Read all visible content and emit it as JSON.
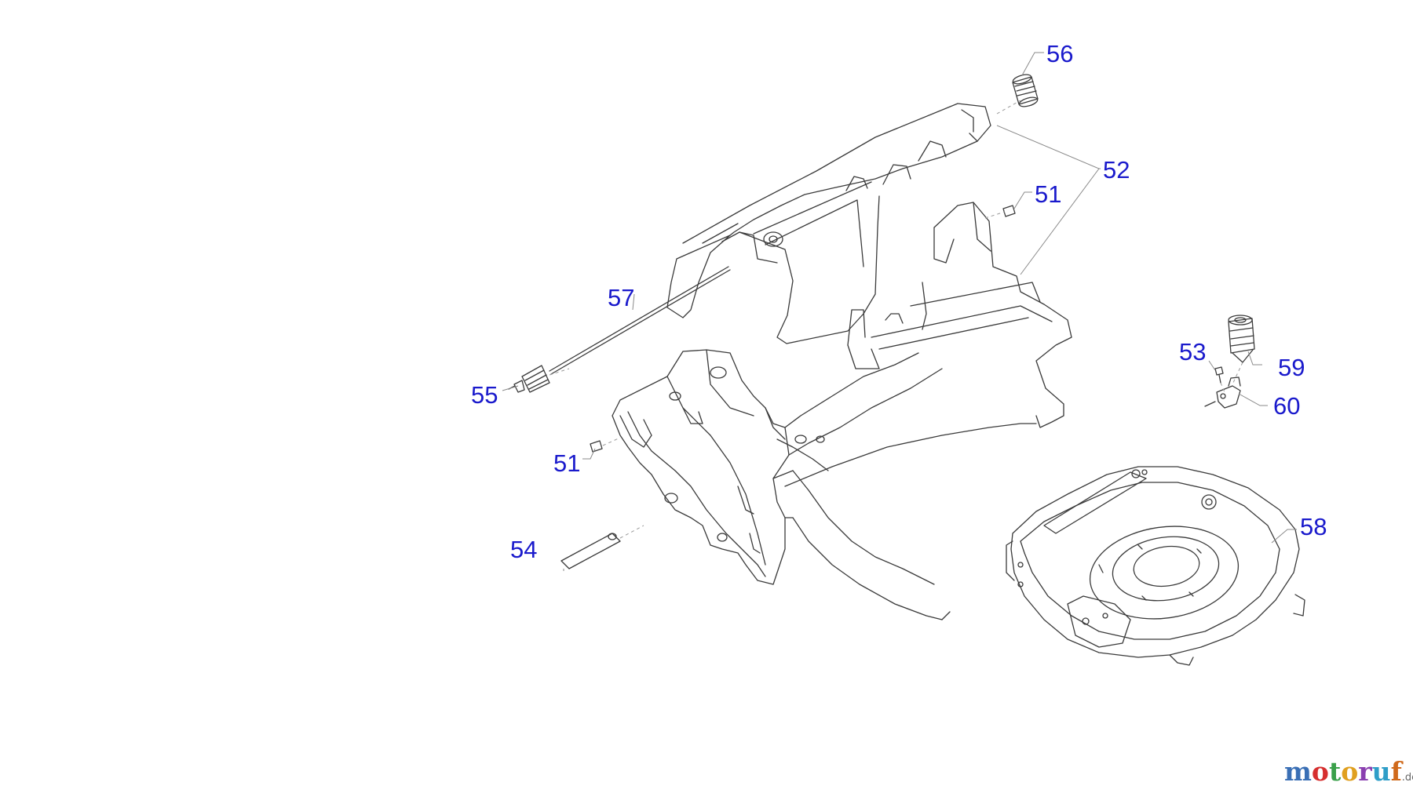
{
  "callouts": {
    "c56": "56",
    "c52": "52",
    "c51_top": "51",
    "c57": "57",
    "c55": "55",
    "c51_left": "51",
    "c54": "54",
    "c53": "53",
    "c59": "59",
    "c60": "60",
    "c58": "58"
  },
  "watermark": {
    "letters": [
      "m",
      "o",
      "t",
      "o",
      "r",
      "u",
      "f"
    ],
    "suffix": ".de",
    "colors": [
      "#3a6fb5",
      "#d62f2f",
      "#3aa04a",
      "#e0a020",
      "#8a3fb0",
      "#2f9ec8",
      "#d06a1c"
    ]
  },
  "colors": {
    "callout": "#1a1acc",
    "line_art": "#3a3a3a",
    "leader": "#8a8a8a"
  }
}
